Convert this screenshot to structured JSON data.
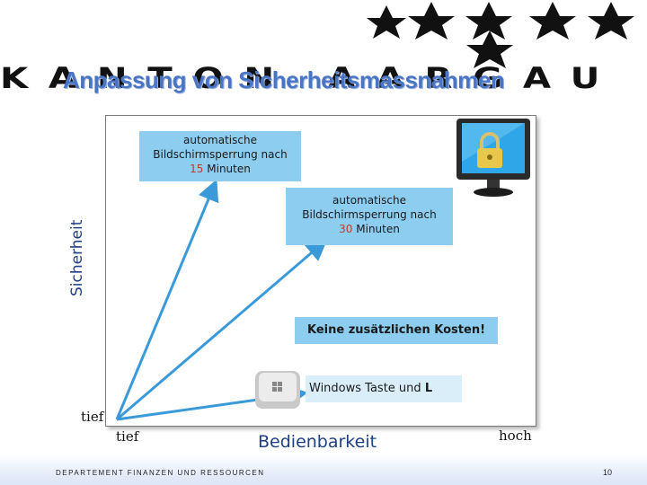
{
  "logo": {
    "text": "KANTON AARGAU"
  },
  "title": "Anpassung von Sicherheitsmassnahmen",
  "axes": {
    "ylabel": "Sicherheit",
    "xlabel": "Bedienbarkeit",
    "y_low": "tief",
    "x_low": "tief",
    "x_high": "hoch"
  },
  "boxes": {
    "lock15": {
      "line1": "automatische",
      "line2": "Bildschirmsperrung nach",
      "number": "15",
      "unit": "Minuten"
    },
    "lock30": {
      "line1": "automatische",
      "line2": "Bildschirmsperrung nach",
      "number": "30",
      "unit": "Minuten"
    },
    "no_cost": "Keine zusätzlichen Kosten!",
    "windows": {
      "pre": "Windows",
      "mid": "Taste und",
      "key": "L"
    }
  },
  "footer": {
    "department": "DEPARTEMENT FINANZEN UND RESSOURCEN",
    "page": "10"
  },
  "colors": {
    "title": "#4a74c4",
    "arrow": "#3a9ad9",
    "box": "#8dcdf0",
    "highlight_number": "#c0392b"
  },
  "icons": [
    "stars-logo",
    "monitor-lock-icon",
    "windows-key-icon"
  ]
}
